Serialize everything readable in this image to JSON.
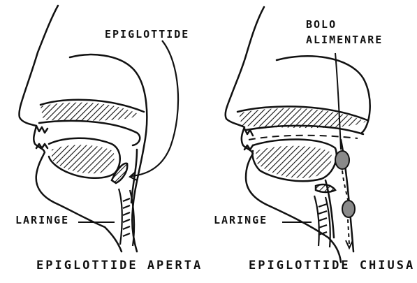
{
  "labels": {
    "epiglottis_top": "EPIGLOTTIDE",
    "bolus_line1": "BOLO",
    "bolus_line2": "ALIMENTARE",
    "larynx_left": "LARINGE",
    "larynx_right": "LARINGE"
  },
  "captions": {
    "left": "EPIGLOTTIDE APERTA",
    "right": "EPIGLOTTIDE CHIUSA"
  },
  "colors": {
    "ink": "#111111",
    "hatch": "#111111",
    "bolus": "#8a8a8a"
  }
}
